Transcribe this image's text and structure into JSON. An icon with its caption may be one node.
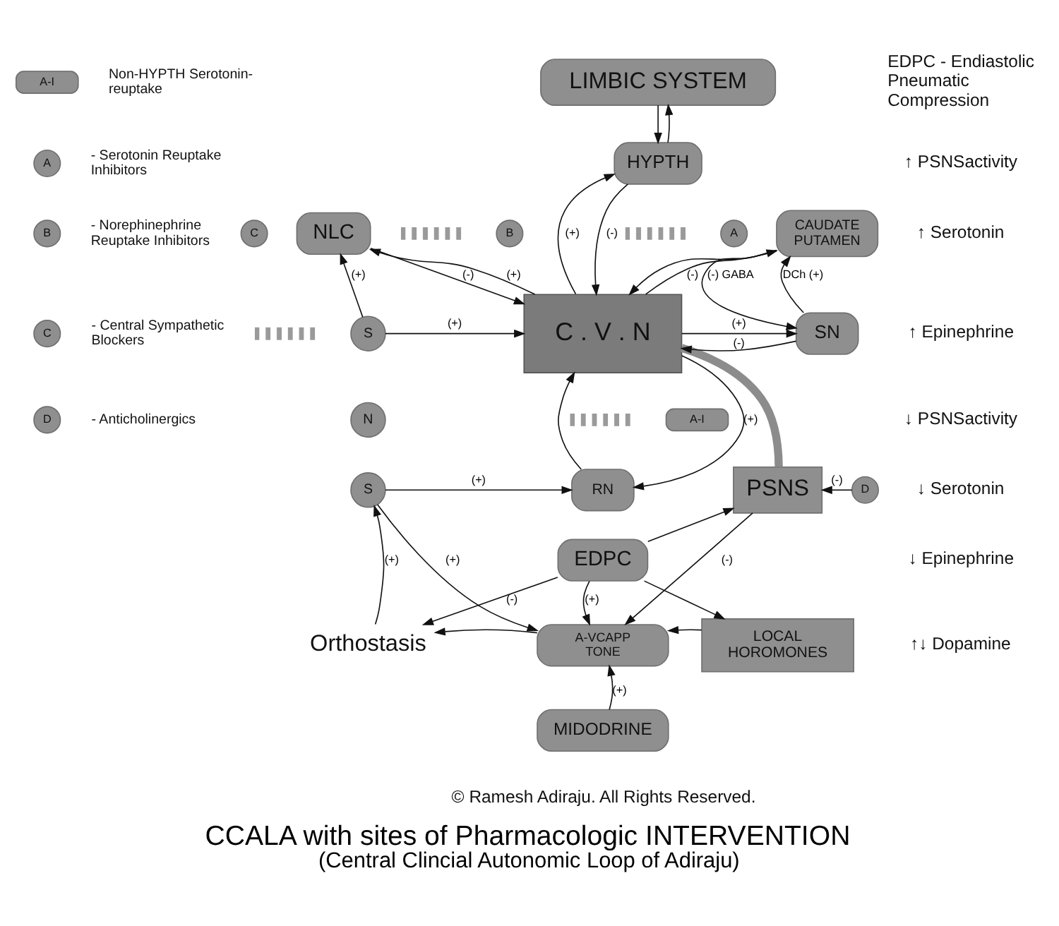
{
  "diagram": {
    "title": "CCALA with sites of Pharmacologic INTERVENTION",
    "caption": "(Central Clincial Autonomic Loop of Adiraju)",
    "nodes": [
      {
        "text": [
          "A-I"
        ],
        "beside": [
          "Non-HYPTH Serotonin-reuptake"
        ]
      },
      {
        "text": [
          "A"
        ],
        "beside": [
          "- Serotonin Reuptake Inhibitors"
        ]
      },
      {
        "text": [
          "B"
        ],
        "beside": [
          "- Norephinephrine Reuptake Inhibitors"
        ]
      },
      {
        "text": [
          "C"
        ],
        "beside": [
          "- Central Sympathetic Blockers"
        ]
      },
      {
        "text": [
          "D"
        ],
        "beside": [
          "- Anticholinergics"
        ]
      },
      {
        "text": [
          "LIMBIC SYSTEM"
        ]
      },
      {
        "text": [
          "HYPTH"
        ]
      },
      {
        "text": [
          "CAUDATE",
          "PUTAMEN"
        ]
      },
      {
        "text": [],
        "shape": "bar"
      },
      {
        "text": [
          "A"
        ]
      },
      {
        "text": [
          "B"
        ]
      },
      {
        "text": [
          "NLC"
        ]
      },
      {
        "text": [],
        "shape": "bar"
      },
      {
        "text": [
          "C . V . N"
        ]
      },
      {
        "text": [
          "SN"
        ]
      },
      {
        "text": [
          "C"
        ]
      },
      {
        "text": [],
        "shape": "bar"
      },
      {
        "text": [
          "S"
        ]
      },
      {
        "text": [
          "N"
        ]
      },
      {
        "text": [
          "S"
        ]
      },
      {
        "text": [],
        "shape": "bar"
      },
      {
        "text": [
          "A-I"
        ]
      },
      {
        "text": [
          "RN"
        ]
      },
      {
        "text": [
          "PSNS"
        ]
      },
      {
        "text": [
          "D"
        ]
      },
      {
        "text": [
          "EDPC"
        ]
      },
      {
        "text": [
          "Orthostasis"
        ]
      },
      {
        "text": [
          "A-VCAPP TONE"
        ]
      },
      {
        "text": [
          "LOCAL HOROMONES"
        ]
      },
      {
        "text": [
          "MIDODRINE"
        ]
      }
    ],
    "edges": [
      {
        "from": 5,
        "to": 6,
        "arrow": "to"
      },
      {
        "from": 6,
        "to": 5,
        "arrow": "to"
      },
      {
        "from": 13,
        "to": 6,
        "arrow": "to",
        "label": "(+)"
      },
      {
        "from": 6,
        "to": 13,
        "arrow": "to",
        "label": "(-)"
      },
      {
        "from": 11,
        "to": 13,
        "arrow": "to",
        "label": "(-)"
      },
      {
        "from": 13,
        "to": 11,
        "arrow": "to",
        "label": "(+)"
      },
      {
        "from": 13,
        "to": 7,
        "arrow": "to",
        "label": "(-)"
      },
      {
        "from": 7,
        "to": 13,
        "arrow": "to"
      },
      {
        "from": 14,
        "to": 13,
        "arrow": "to",
        "label": "(-)"
      },
      {
        "from": 13,
        "to": 14,
        "arrow": "to",
        "label": "(+)"
      },
      {
        "from": 7,
        "to": 14,
        "arrow": "to",
        "label": "(-) GABA"
      },
      {
        "from": 14,
        "to": 7,
        "arrow": "to",
        "label": "DCh (+)"
      },
      {
        "from": 17,
        "to": 11,
        "arrow": "to",
        "label": "(+)"
      },
      {
        "from": 17,
        "to": 13,
        "arrow": "to",
        "label": "(+)"
      },
      {
        "from": 13,
        "to": 22,
        "arrow": "to",
        "label": "(+)"
      },
      {
        "from": 22,
        "to": 13,
        "arrow": "to"
      },
      {
        "from": 19,
        "to": 22,
        "arrow": "to",
        "label": "(+)"
      },
      {
        "from": 13,
        "to": 23,
        "arrow": "none",
        "style": "thick",
        "color": "#8c8c8c"
      },
      {
        "from": 24,
        "to": 23,
        "arrow": "to",
        "label": "(-)"
      },
      {
        "from": 19,
        "to": 27,
        "arrow": "to",
        "label": "(+)"
      },
      {
        "from": 26,
        "to": 19,
        "arrow": "to",
        "label": "(+)"
      },
      {
        "from": 25,
        "to": 26,
        "arrow": "to",
        "label": "(-)"
      },
      {
        "from": 27,
        "to": 26,
        "arrow": "to"
      },
      {
        "from": 25,
        "to": 27,
        "arrow": "to",
        "label": "(+)"
      },
      {
        "from": 29,
        "to": 27,
        "arrow": "to",
        "label": "(+)"
      },
      {
        "from": 25,
        "to": 23,
        "arrow": "to"
      },
      {
        "from": 25,
        "to": 28,
        "arrow": "to"
      },
      {
        "from": 23,
        "to": 27,
        "arrow": "to",
        "label": "(-)"
      },
      {
        "from": 28,
        "to": 27,
        "arrow": "to"
      }
    ],
    "labels": [
      "EDPC - Endiastolic Pneumatic Compression",
      "↑ PSNSactivity",
      "↑ Serotonin",
      "↑ Epinephrine",
      "↓ PSNSactivity",
      "↓ Serotonin",
      "↓ Epinephrine",
      "↑↓ Dopamine",
      "© Ramesh Adiraju. All Rights Reserved."
    ]
  }
}
